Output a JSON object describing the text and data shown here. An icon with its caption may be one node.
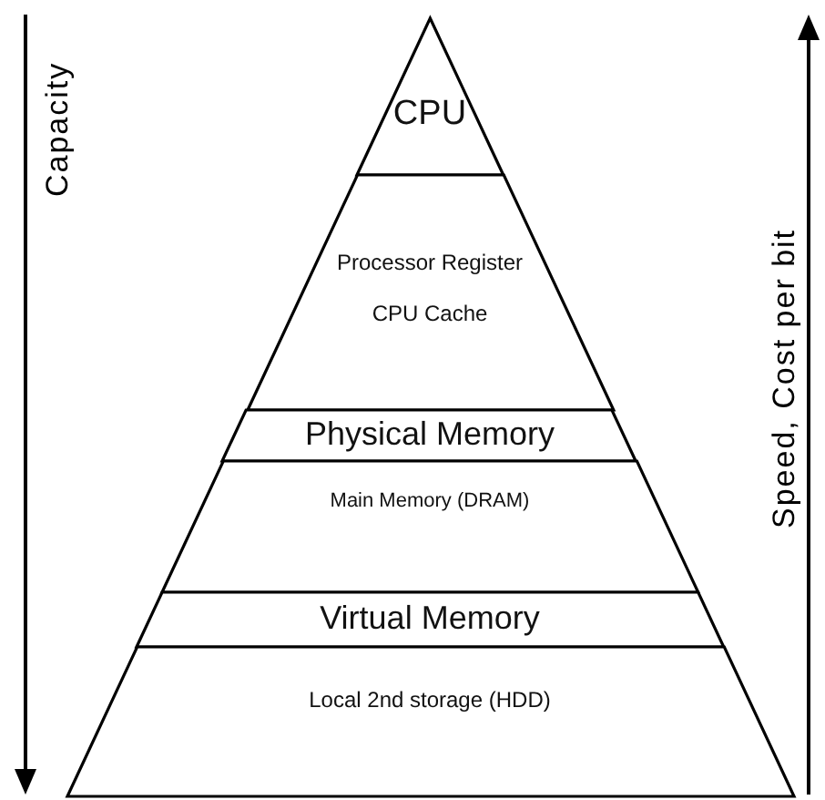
{
  "diagram": {
    "nodes": [
      {
        "text": [
          "CPU"
        ]
      },
      {
        "text": [
          "Processor Register",
          "CPU Cache"
        ]
      },
      {
        "text": [
          "Physical Memory"
        ]
      },
      {
        "text": [
          "Main Memory (DRAM)"
        ]
      },
      {
        "text": [
          "Virtual Memory"
        ]
      },
      {
        "text": [
          "Local 2nd storage (HDD)"
        ]
      }
    ],
    "edges": [],
    "labels": [
      "Capacity",
      "Speed, Cost per bit"
    ]
  }
}
